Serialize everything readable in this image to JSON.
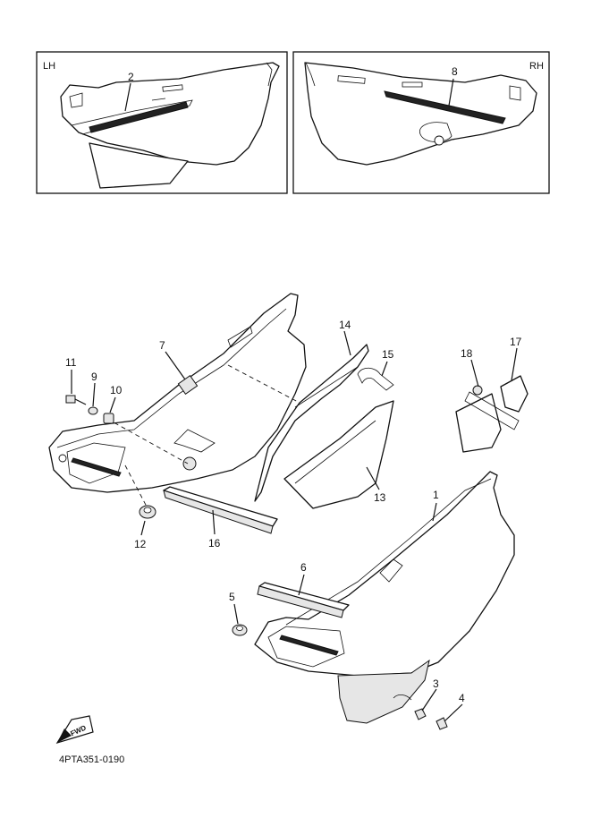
{
  "insets": {
    "left_side": "LH",
    "right_side": "RH"
  },
  "callouts": {
    "c1": "1",
    "c2": "2",
    "c3": "3",
    "c4": "4",
    "c5": "5",
    "c6": "6",
    "c7": "7",
    "c8": "8",
    "c9": "9",
    "c10": "10",
    "c11": "11",
    "c12": "12",
    "c13": "13",
    "c14": "14",
    "c15": "15",
    "c16": "16",
    "c17": "17",
    "c18": "18"
  },
  "fwd_arrow": "FWD",
  "diagram_code": "4PTA351-0190"
}
